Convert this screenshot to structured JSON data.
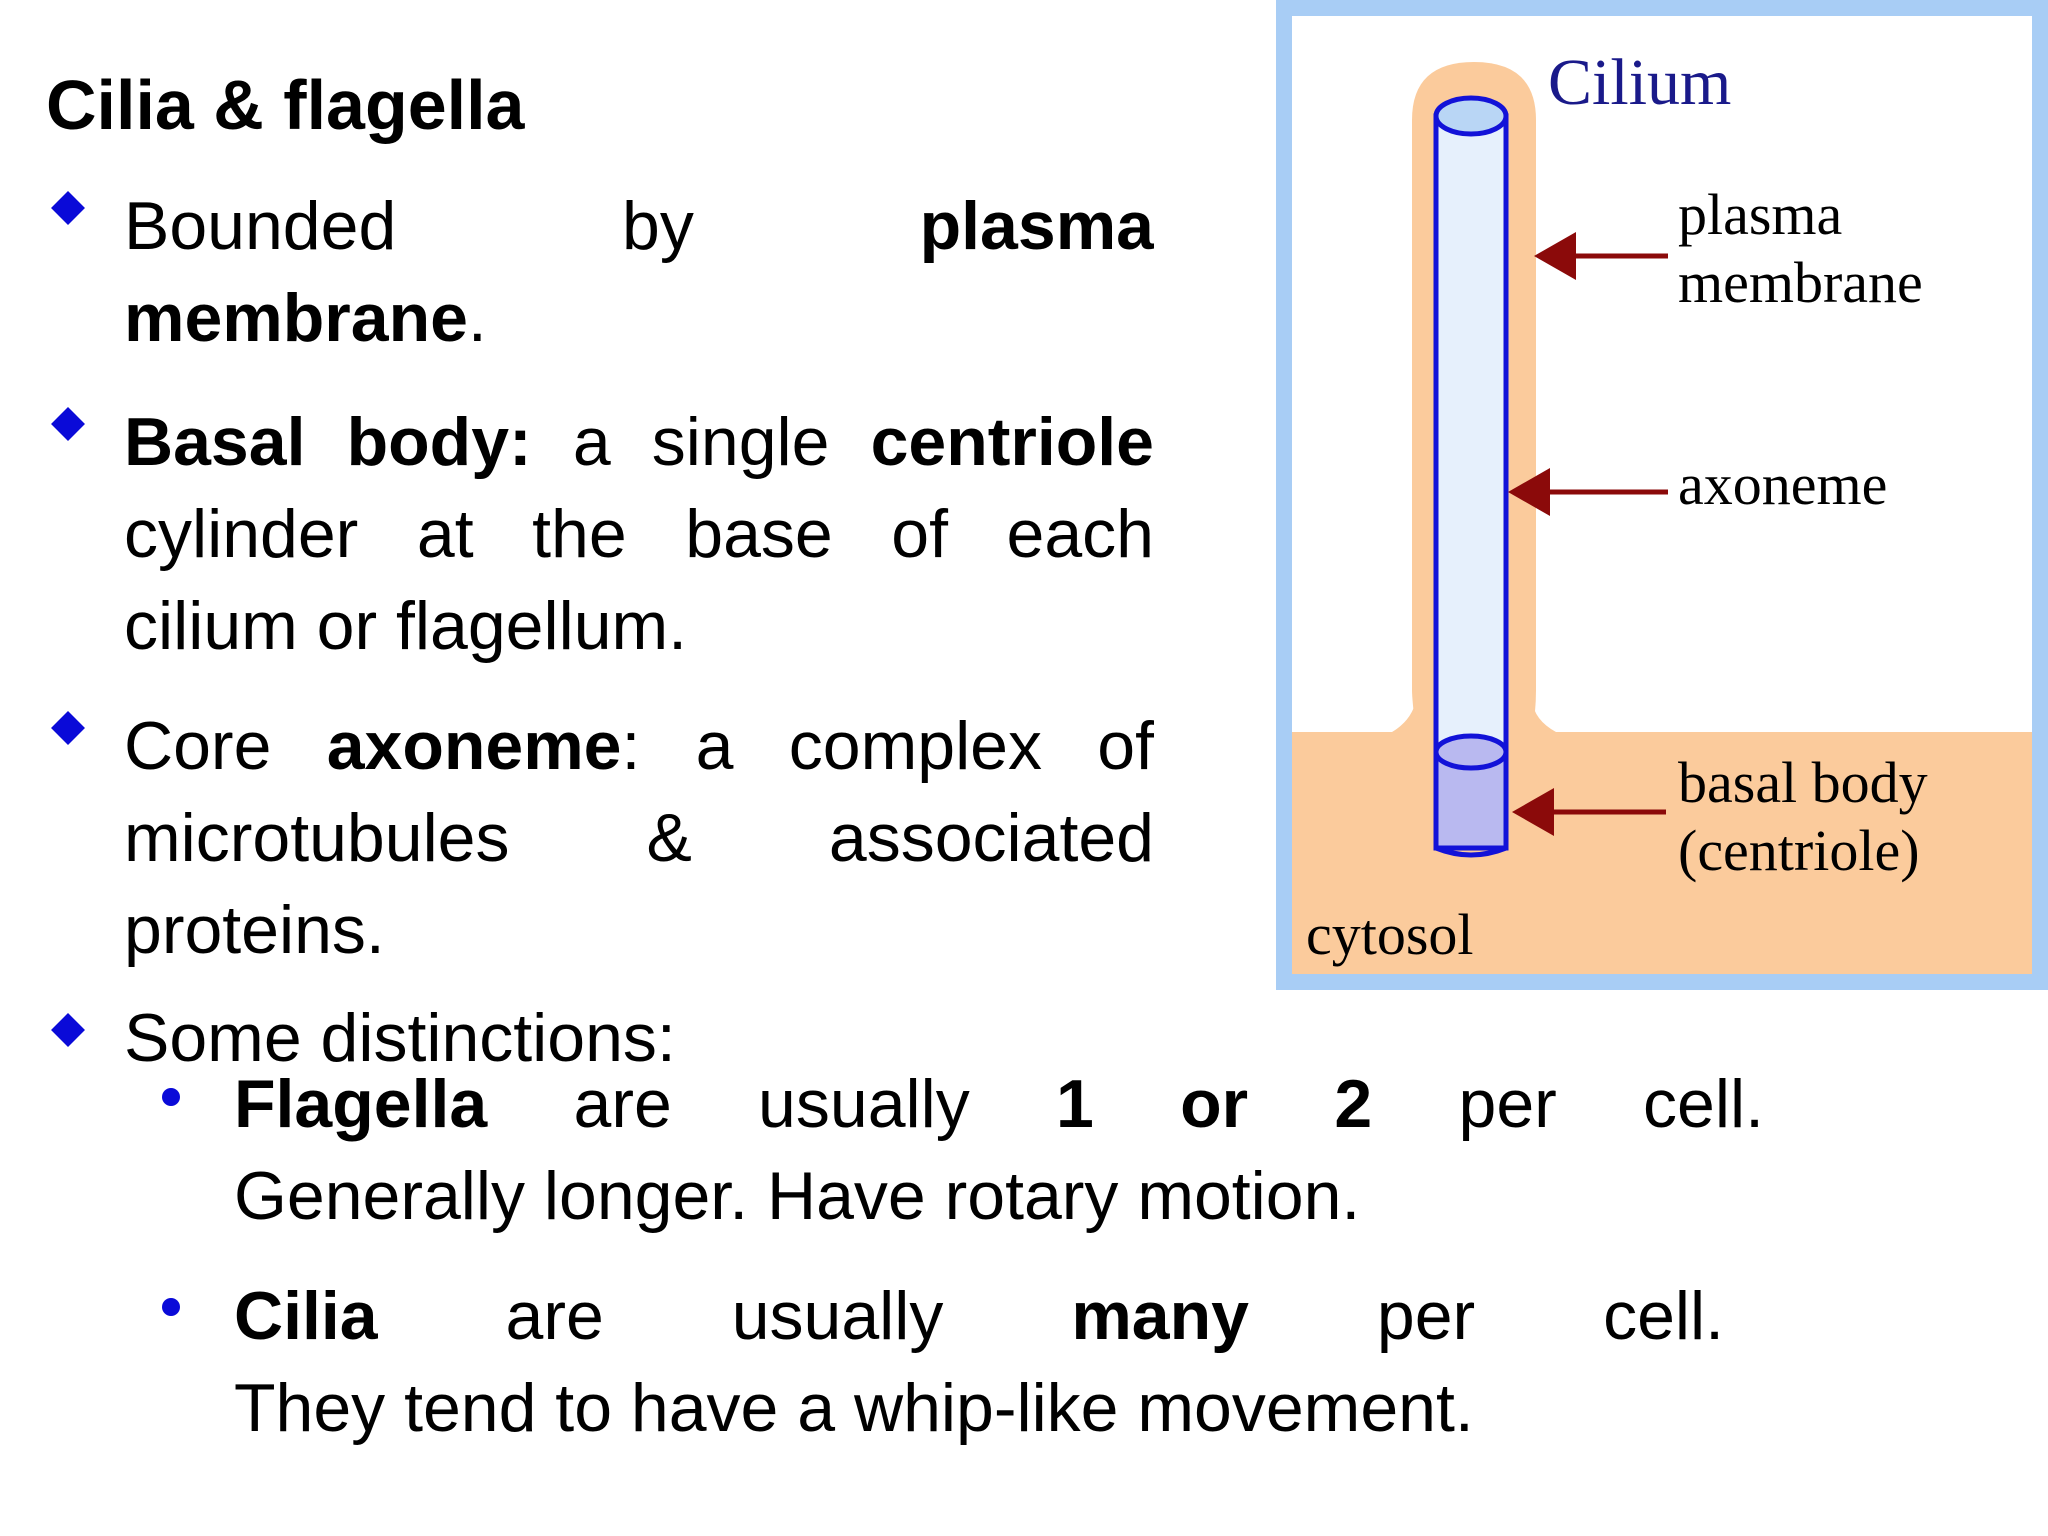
{
  "slide": {
    "title": "Cilia & flagella",
    "bullets": [
      {
        "line1_a": "Bounded",
        "line1_b": "by",
        "line1_c": "plasma",
        "line2_bold": "membrane",
        "line2_rest": "."
      },
      {
        "line1_a": "Basal body:",
        "line1_b": "a single",
        "line1_c": "centriole",
        "line2": "cylinder at the base of each",
        "line3": "cilium or flagellum."
      },
      {
        "line1_a": "Core",
        "line1_b": "axoneme",
        "line1_c": ": a complex of",
        "line2": "microtubules & associated",
        "line3": "proteins."
      },
      {
        "text": "Some distinctions:"
      }
    ],
    "sub_bullets": [
      {
        "bold1": "Flagella",
        "t1": "are usually",
        "bold2": "1 or 2",
        "t2": "per cell.",
        "line2": "Generally longer. Have rotary motion."
      },
      {
        "bold1": "Cilia",
        "t1": "are usually",
        "bold2": "many",
        "t2": "per cell.",
        "line2": "They tend to have a whip-like movement."
      }
    ]
  },
  "figure": {
    "title": "Cilium",
    "labels": {
      "plasma_1": "plasma",
      "plasma_2": "membrane",
      "axoneme": "axoneme",
      "basal_1": "basal body",
      "basal_2": "(centriole)",
      "cytosol": "cytosol"
    },
    "colors": {
      "border": "#a8cdf5",
      "cytosol": "#fbcb9c",
      "shaft_fill": "#e6f0fc",
      "shaft_stroke": "#1212d8",
      "basal_fill": "#b9b9f0",
      "arrow": "#8b0a0a",
      "title_color": "#1a1a8a"
    }
  }
}
